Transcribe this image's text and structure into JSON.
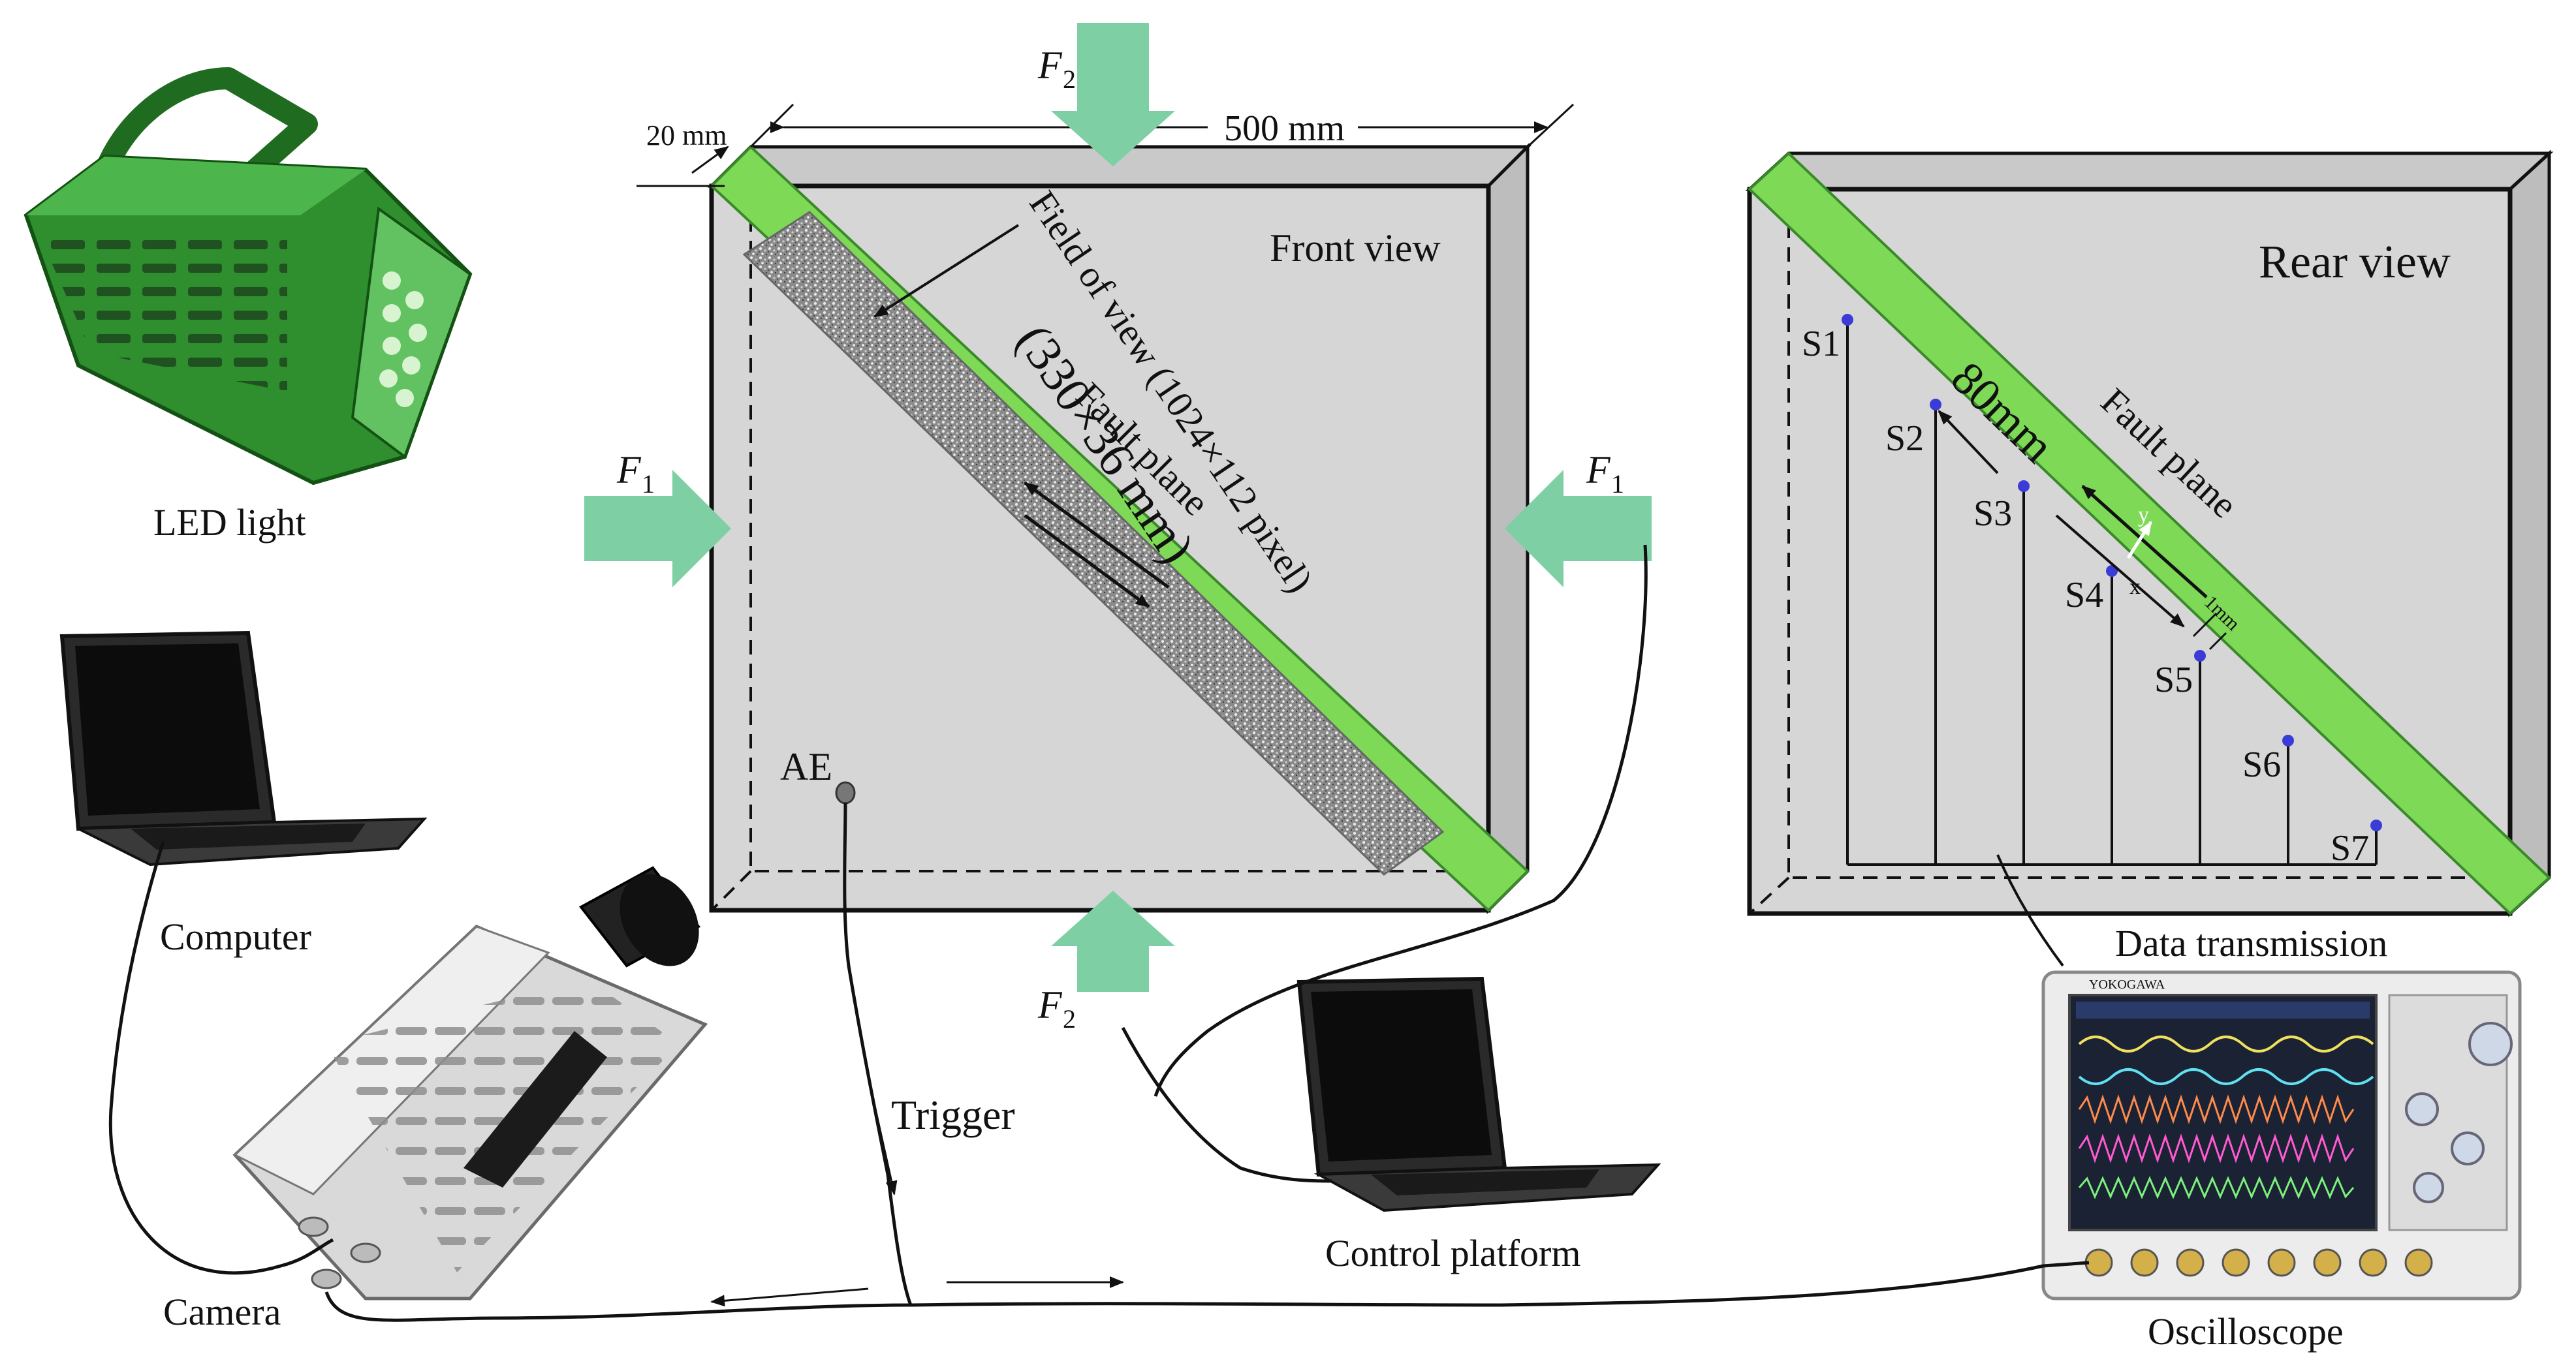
{
  "colors": {
    "fault_band": "#7ed957",
    "fault_band_edge": "#3a8a2a",
    "arrow_fill": "#7fcfa4",
    "block_fill": "#d6d6d6",
    "block_side": "#bdbdbd",
    "speckle": "#7a7a7a",
    "sensor_dot": "#3b3bd8",
    "line": "#111111"
  },
  "icons": [
    "led-light-icon",
    "laptop-icon",
    "high-speed-camera-icon",
    "oscilloscope-icon"
  ],
  "labels": {
    "dim_thickness": "20 mm",
    "dim_width": "500 mm",
    "front_view": "Front view",
    "rear_view": "Rear view",
    "fov_line1": "Field of view (1024×112 pixel)",
    "fov_line2": "(330×36 mm)",
    "fault_plane_front": "Fault plane",
    "fault_plane_rear": "Fault plane",
    "ae": "AE",
    "f1_main": "F",
    "f1_sub": "1",
    "f2_main": "F",
    "f2_sub": "2",
    "led_light": "LED light",
    "computer": "Computer",
    "camera": "Camera",
    "trigger": "Trigger",
    "control_platform": "Control platform",
    "data_transmission": "Data transmission",
    "oscilloscope": "Oscilloscope",
    "spacing": "80mm",
    "offset": "1mm",
    "axis_x": "x",
    "axis_y": "y",
    "oscilloscope_brand": "YOKOGAWA"
  },
  "sensors": [
    "S1",
    "S2",
    "S3",
    "S4",
    "S5",
    "S6",
    "S7"
  ]
}
